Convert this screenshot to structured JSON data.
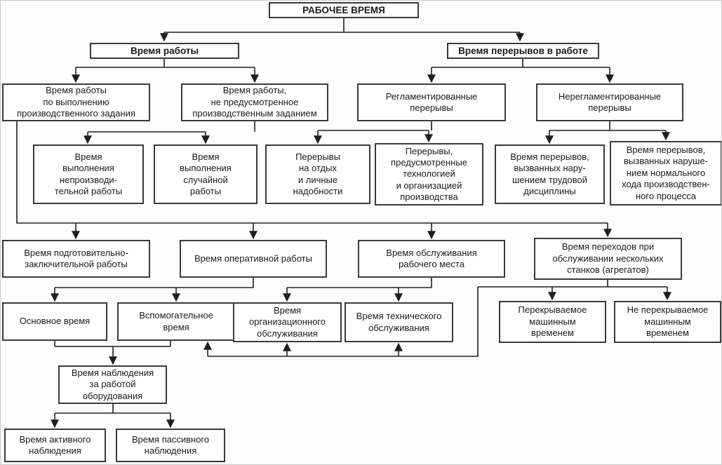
{
  "colors": {
    "background": "#fdfdfd",
    "line": "#1f1f1f",
    "box_border": "#3a3a3a",
    "box_fill": "#ffffff",
    "text": "#1a1a1a"
  },
  "diagram": {
    "title": "РАБОЧЕЕ ВРЕМЯ",
    "nodes": {
      "root": {
        "label": "РАБОЧЕЕ ВРЕМЯ"
      },
      "work": {
        "label": "Время работы"
      },
      "breaks": {
        "label": "Время перерывов в работе"
      },
      "n1": {
        "label": "Время работы\nпо выполнению\nпроизводственного задания"
      },
      "n2": {
        "label": "Время работы,\nне предусмотренное\nпроизводственным заданием"
      },
      "n3": {
        "label": "Регламентированные\nперерывы"
      },
      "n4": {
        "label": "Нерегламентированные\nперерывы"
      },
      "m1": {
        "label": "Время\nвыполнения\nнепроизводи-\nтельной работы"
      },
      "m2": {
        "label": "Время\nвыполнения\nслучайной\nработы"
      },
      "m3": {
        "label": "Перерывы\nна отдых\nи личные\nнадобности"
      },
      "m4": {
        "label": "Перерывы,\nпредусмотренные\nтехнологией\nи организацией\nпроизводства"
      },
      "m5": {
        "label": "Время перерывов,\nвызванных нару-\nшением трудовой\nдисциплины"
      },
      "m6": {
        "label": "Время перерывов,\nвызванных наруше-\nнием нормального\nхода производствен-\nного процесса"
      },
      "c1": {
        "label": "Время подготовительно-\nзаключительной работы"
      },
      "c2": {
        "label": "Время оперативной работы"
      },
      "c3": {
        "label": "Время обслуживания\nрабочего места"
      },
      "c4": {
        "label": "Время переходов при\nобслуживании нескольких\nстанков (агрегатов)"
      },
      "d1": {
        "label": "Основное время"
      },
      "d2": {
        "label": "Вспомогательное\nвремя"
      },
      "d3": {
        "label": "Время\nорганизационного\nобслуживания"
      },
      "d4": {
        "label": "Время технического\nобслуживания"
      },
      "d5": {
        "label": "Перекрываемое\nмашинным\nвременем"
      },
      "d6": {
        "label": "Не перекрываемое\nмашинным\nвременем"
      },
      "e1": {
        "label": "Время наблюдения\nза работой\nоборудования"
      },
      "f1": {
        "label": "Время активного\nнаблюдения"
      },
      "f2": {
        "label": "Время пассивного\nнаблюдения"
      }
    }
  }
}
